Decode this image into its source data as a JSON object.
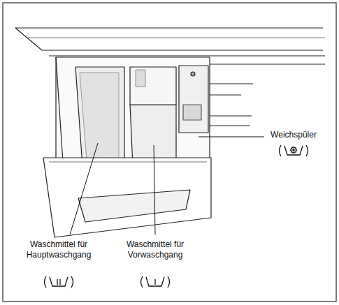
{
  "diagram": {
    "labels": [
      "Weichspüler",
      "Waschmittel für Hauptwaschgang",
      "Waschmittel für Vorwaschgang"
    ]
  }
}
